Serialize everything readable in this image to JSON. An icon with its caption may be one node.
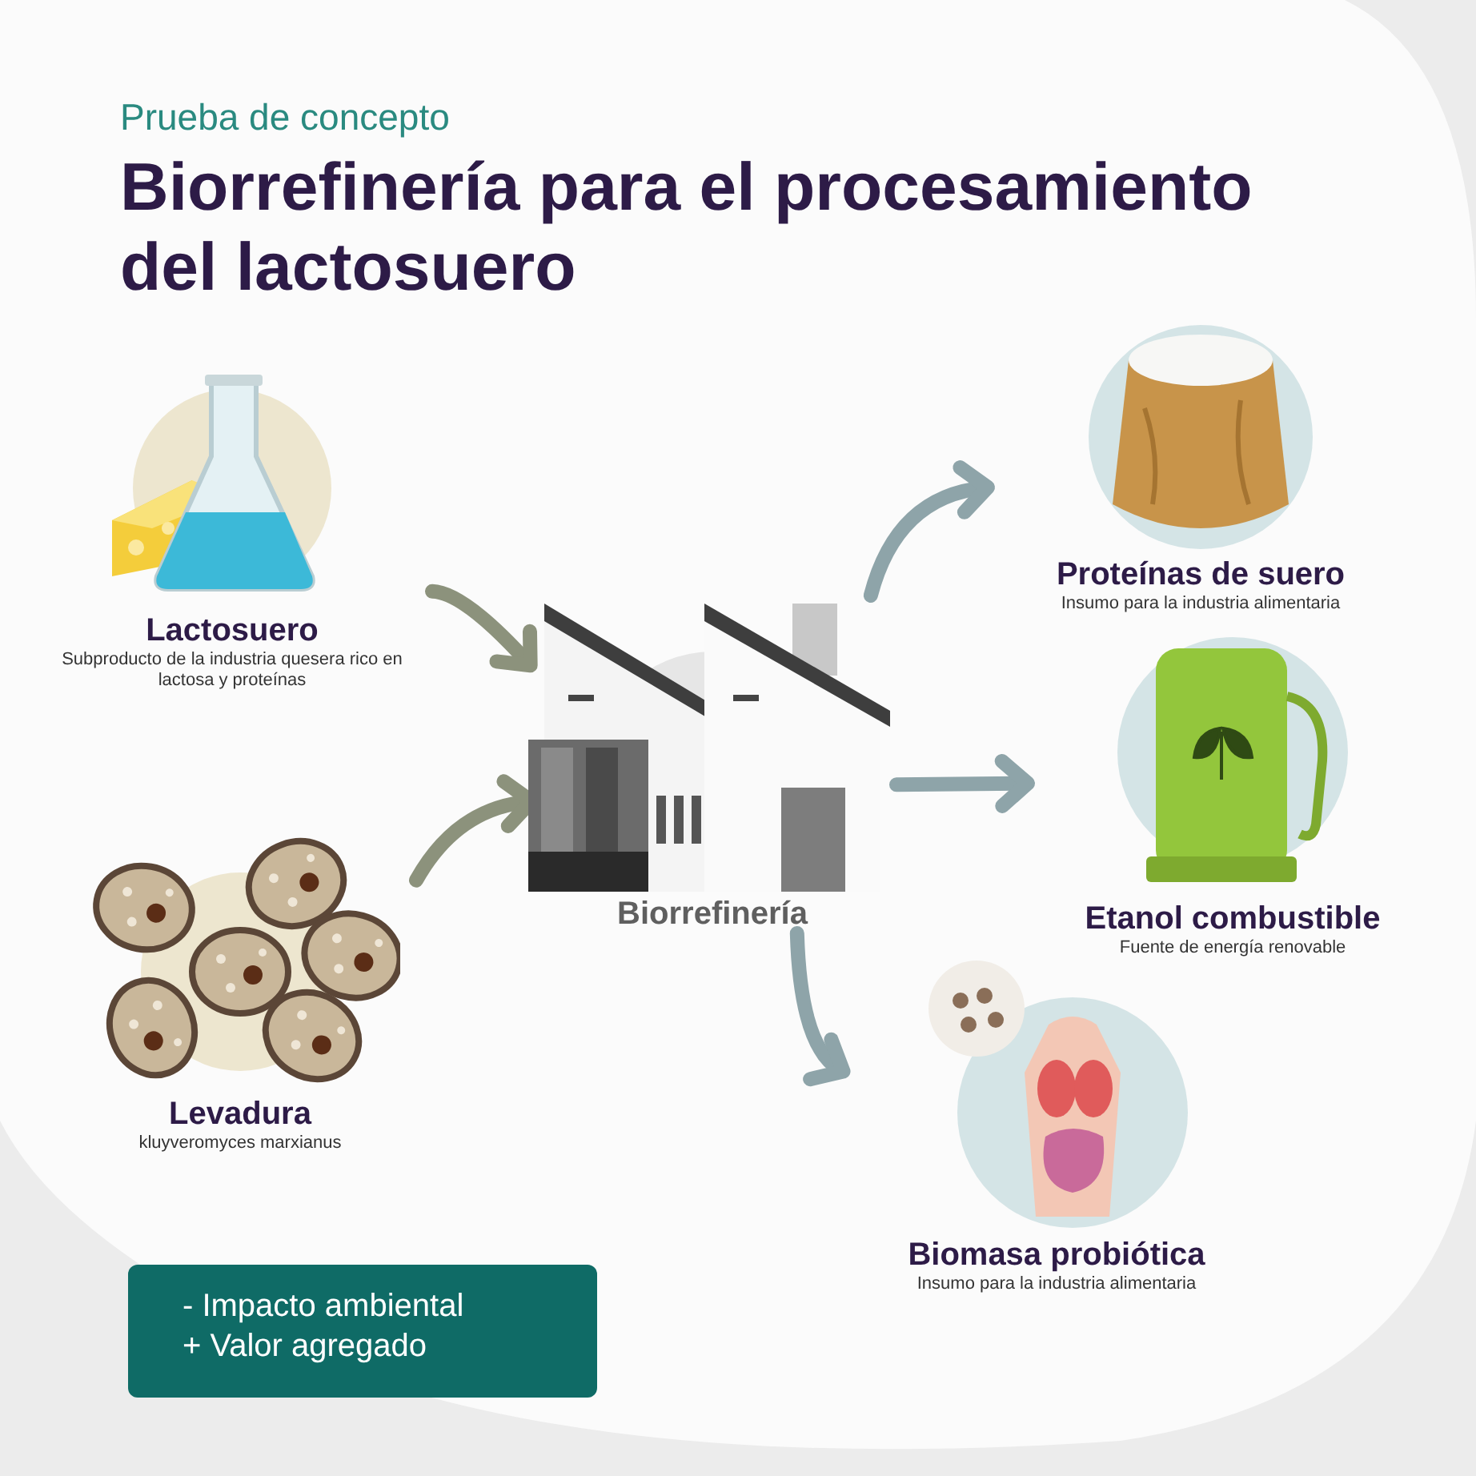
{
  "diagram": {
    "title": "Biorrefinería para el procesamiento del lactosuero",
    "nodes": [
      {
        "text": [
          "Lactosuero",
          "Subproducto de la industria quesera rico en lactosa y proteínas"
        ]
      },
      {
        "text": [
          "Levadura",
          "kluyveromyces marxianus"
        ]
      },
      {
        "text": [
          "Biorrefinería"
        ]
      },
      {
        "text": [
          "Proteínas de suero",
          "Insumo para la industria alimentaria"
        ]
      },
      {
        "text": [
          "Etanol combustible",
          "Fuente de energía renovable"
        ]
      },
      {
        "text": [
          "Biomasa probiótica",
          "Insumo para la industria alimentaria"
        ]
      },
      {
        "text": [
          "- Impacto ambiental",
          "+ Valor agregado"
        ]
      }
    ],
    "edges": [
      {
        "from": 0,
        "to": 2,
        "arrow": "to",
        "color": "#8c927c"
      },
      {
        "from": 1,
        "to": 2,
        "arrow": "to",
        "color": "#8c927c"
      },
      {
        "from": 2,
        "to": 3,
        "arrow": "to"
      },
      {
        "from": 2,
        "to": 4,
        "arrow": "to"
      },
      {
        "from": 2,
        "to": 5,
        "arrow": "to"
      }
    ],
    "labels": [
      "Prueba de concepto"
    ]
  }
}
